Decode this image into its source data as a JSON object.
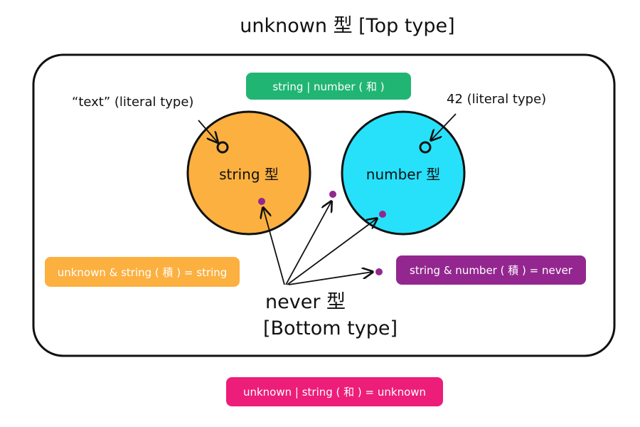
{
  "title": "unknown 型  [Top type]",
  "union_string_number": "string | number ( 和 )",
  "literal_text_label": "“text” (literal type)",
  "literal_42_label": "42 (literal type)",
  "string_type_label": "string 型",
  "number_type_label": "number 型",
  "intersection_unknown_string": "unknown & string ( 積 ) = string",
  "intersection_string_number": "string & number ( 積 ) = never",
  "never_type_label": "never 型",
  "bottom_type_label": "[Bottom type]",
  "union_unknown_string": "unknown | string ( 和 ) = unknown",
  "colors": {
    "string_circle": "#fbb040",
    "number_circle": "#27e1fb",
    "union_green": "#21b573",
    "intersection_orange": "#fbb040",
    "intersection_purple": "#93278f",
    "union_pink": "#ec1e79",
    "dot_purple": "#93278f"
  }
}
